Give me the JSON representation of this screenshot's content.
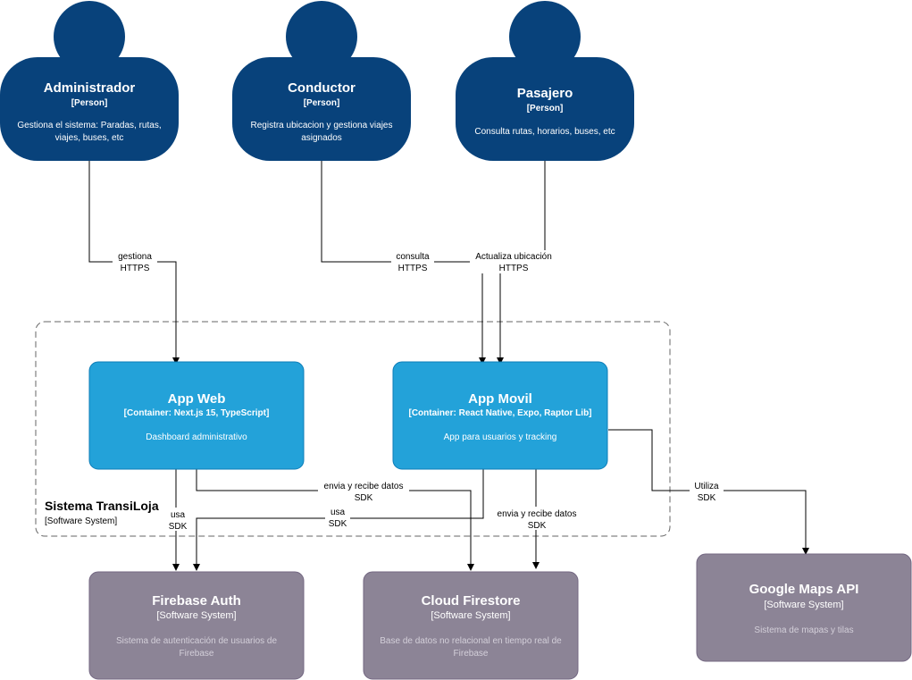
{
  "persons": {
    "admin": {
      "name": "Administrador",
      "type": "[Person]",
      "desc": [
        "Gestiona el sistema: Paradas, rutas,",
        "viajes, buses, etc"
      ]
    },
    "conductor": {
      "name": "Conductor",
      "type": "[Person]",
      "desc": [
        "Registra ubicacion y gestiona viajes",
        "asignados"
      ]
    },
    "pasajero": {
      "name": "Pasajero",
      "type": "[Person]",
      "desc": [
        "Consulta rutas, horarios, buses, etc"
      ]
    }
  },
  "boundary": {
    "name": "Sistema TransiLoja",
    "type": "[Software System]"
  },
  "containers": {
    "app_web": {
      "name": "App Web",
      "tech": "[Container: Next.js 15, TypeScript]",
      "desc": "Dashboard administrativo"
    },
    "app_movil": {
      "name": "App Movil",
      "tech": "[Container: React Native, Expo, Raptor Lib]",
      "desc": "App para usuarios y tracking"
    }
  },
  "externals": {
    "firebase_auth": {
      "name": "Firebase Auth",
      "type": "[Software System]",
      "desc": [
        "Sistema de autenticación de usuarios de",
        "Firebase"
      ]
    },
    "cloud_firestore": {
      "name": "Cloud Firestore",
      "type": "[Software System]",
      "desc": [
        "Base de datos no relacional en tiempo real de",
        "Firebase"
      ]
    },
    "google_maps": {
      "name": "Google Maps API",
      "type": "[Software System]",
      "desc": [
        "Sistema de mapas y tilas"
      ]
    }
  },
  "relations": {
    "admin_web": [
      "gestiona",
      "HTTPS"
    ],
    "pasajero_movil": [
      "consulta",
      "HTTPS"
    ],
    "conductor_movil": [
      "Actualiza ubicación",
      "HTTPS"
    ],
    "web_firestore": [
      "envia y recibe datos",
      "SDK"
    ],
    "web_auth": [
      "usa",
      "SDK"
    ],
    "movil_auth": [
      "usa",
      "SDK"
    ],
    "movil_firestore": [
      "envia y recibe datos",
      "SDK"
    ],
    "movil_maps": [
      "Utiliza",
      "SDK"
    ]
  },
  "colors": {
    "person": "#08427b",
    "container": "#23a2d9",
    "external": "#8c8496"
  }
}
